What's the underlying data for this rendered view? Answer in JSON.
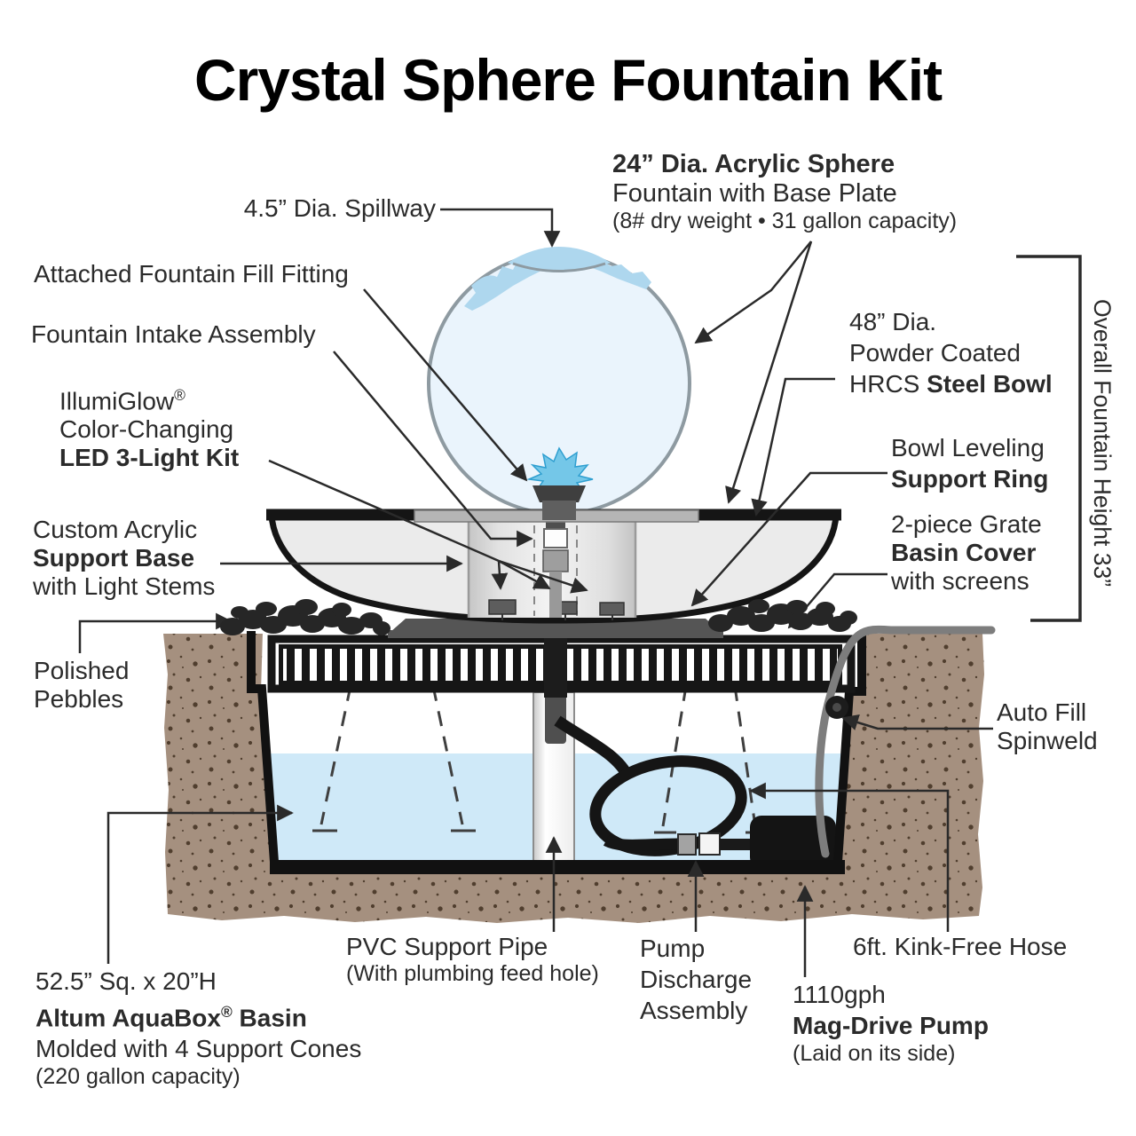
{
  "title": "Crystal Sphere Fountain Kit",
  "labels": {
    "spillway": "4.5” Dia. Spillway",
    "acrylic_sphere": {
      "l1": "24” Dia. Acrylic Sphere",
      "l2": "Fountain with Base Plate",
      "l3": "(8# dry weight • 31 gallon capacity)"
    },
    "fill_fitting": "Attached Fountain Fill Fitting",
    "intake": "Fountain Intake Assembly",
    "led_kit": {
      "l1a": "IllumiGlow",
      "l1sup": "®",
      "l2": "Color-Changing",
      "l3": "LED 3-Light Kit"
    },
    "steel_bowl": {
      "l1": "48” Dia.",
      "l2": "Powder Coated",
      "l3a": "HRCS ",
      "l3b": "Steel Bowl"
    },
    "support_ring": {
      "l1": "Bowl Leveling",
      "l2": "Support Ring"
    },
    "support_base": {
      "l1": "Custom Acrylic",
      "l2": "Support Base",
      "l3": "with Light Stems"
    },
    "basin_cover": {
      "l1": "2-piece Grate",
      "l2": "Basin Cover",
      "l3": "with screens"
    },
    "pebbles": {
      "l1": "Polished",
      "l2": "Pebbles"
    },
    "auto_fill": {
      "l1": "Auto Fill",
      "l2": "Spinweld"
    },
    "overall_height": "Overall Fountain Height 33”",
    "basin": {
      "l1": "52.5” Sq. x 20”H",
      "l2a": "Altum AquaBox",
      "l2sup": "®",
      "l2b": " Basin",
      "l3": "Molded with 4 Support Cones",
      "l4": "(220 gallon capacity)"
    },
    "pvc_pipe": {
      "l1": "PVC Support Pipe",
      "l2": "(With plumbing feed hole)"
    },
    "pump_discharge": {
      "l1": "Pump",
      "l2": "Discharge",
      "l3": "Assembly"
    },
    "kink_free_hose": "6ft. Kink-Free Hose",
    "mag_pump": {
      "l1": "1110gph",
      "l2": "Mag-Drive Pump",
      "l3": "(Laid on its side)"
    }
  },
  "colors": {
    "ink": "#1a1a1a",
    "text": "#2b2b2b",
    "water": "#cfe9f8",
    "ground": "#a5907f",
    "speckle": "#40301f",
    "sphere": "#eaf4fc",
    "sphere-edge": "#8e9aa1",
    "splash": "#aed7ee",
    "splash2": "#74c7e8",
    "bowl": "#ebebeb",
    "plate": "#b5b5b5",
    "steel": "#555555",
    "pump": "#141414",
    "hose": "#7d7d7d",
    "pebble": "#262626"
  }
}
